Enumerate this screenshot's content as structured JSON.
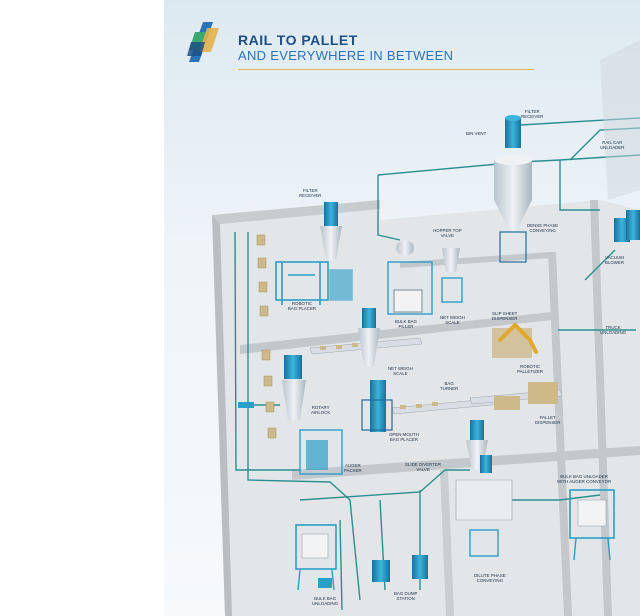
{
  "header": {
    "title": "RAIL TO PALLET",
    "subtitle": "AND EVERYWHERE IN BETWEEN"
  },
  "colors": {
    "equipment": "#2a9fc8",
    "equipment_dark": "#1b6f9a",
    "steel": "#d8dee3",
    "floor": "#e3e6e8",
    "wall": "#c7cccf",
    "pipe": "#2c8f8f",
    "title": "#1e4f86",
    "subtitle": "#2b73b8",
    "rule": "#e2b34a",
    "pallet": "#cdb98a"
  },
  "labels": {
    "filter_receiver_top": "FILTER\nRECEIVER",
    "bin_vent": "BIN VENT",
    "rail_car_unloader": "RAIL CAR\nUNLOADER",
    "filter_receiver_left": "FILTER\nRECEIVER",
    "hopper_top_valve": "HOPPER TOP\nVALVE",
    "dense_phase_conveying": "DENSE PHASE\nCONVEYING",
    "vacuum_blower": "VACUUM\nBLOWER",
    "robotic_bag_placer": "ROBOTIC\nBAG PLACER",
    "bulk_bag_filler": "BULK BAG\nFILLER",
    "net_weigh_scale_top": "NET WEIGH\nSCALE",
    "slip_sheet_dispenser": "SLIP SHEET\nDISPENSER",
    "truck_unloading": "TRUCK\nUNLOADING",
    "net_weigh_scale_mid": "NET WEIGH\nSCALE",
    "robotic_palletizer": "ROBOTIC\nPALLETIZER",
    "bag_turner": "BAG\nTURNER",
    "rotary_airlock": "ROTARY\nAIRLOCK",
    "open_mouth_bag_placer": "OPEN MOUTH\nBAG PLACER",
    "pallet_dispenser": "PALLET\nDISPENSER",
    "auger_packer": "AUGER\nPACKER",
    "slide_diverter_valve": "SLIDE DIVERTER\nVALVE",
    "bulk_bag_unloader_auger": "BULK BAG UNLOADER\nWITH AUGER CONVEYOR",
    "bulk_bag_unloading": "BULK BAG\nUNLOADING",
    "bag_dump_station": "BAG DUMP\nSTATION",
    "dilute_phase_conveying": "DILUTE PHASE\nCONVEYING"
  }
}
